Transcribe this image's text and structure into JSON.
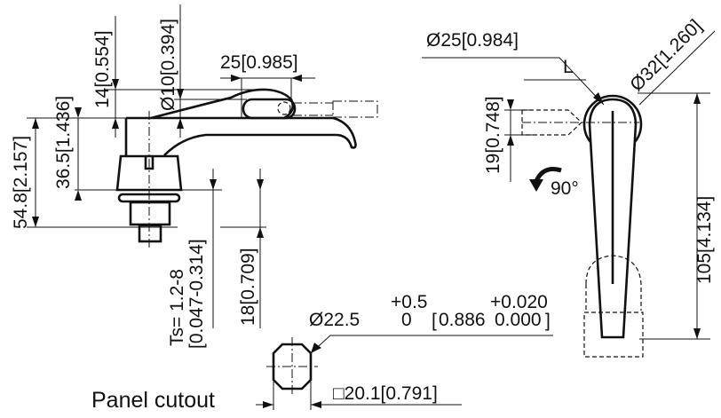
{
  "side_view": {
    "overall_height": "54.8[2.157]",
    "handle_height": "36.5[1.436]",
    "lock_offset": "14[0.554]",
    "lock_diameter": "Ø10[0.394]",
    "lock_width": "25[0.985]",
    "thickness_range": "Ts= 1.2-8",
    "thickness_range_inch": "[0.047-0.314]",
    "body_depth": "18[0.709]"
  },
  "panel_cutout": {
    "label": "Panel cutout",
    "diameter": "Ø22.5",
    "tol_upper": "+0.5",
    "tol_lower": "0",
    "diameter_inch": "0.886",
    "tol_upper_inch": "+0.020",
    "tol_lower_inch": "0.000",
    "square_size": "□20.1[0.791]"
  },
  "front_view": {
    "inner_diameter": "Ø25[0.984]",
    "length_label": "L",
    "outer_diameter": "Ø32[1.260]",
    "lock_height": "19[0.748]",
    "rotation": "90°",
    "handle_length": "105[4.134]"
  }
}
